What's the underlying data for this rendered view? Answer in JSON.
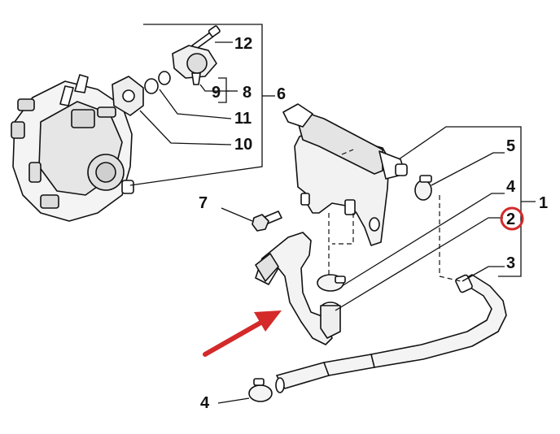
{
  "callouts": {
    "c12": "12",
    "c9": "9",
    "c8": "8",
    "c6": "6",
    "c11": "11",
    "c10": "10",
    "c5": "5",
    "c4_upper": "4",
    "c1": "1",
    "c2": "2",
    "c3": "3",
    "c7": "7",
    "c4_lower": "4"
  },
  "highlight": {
    "circled_callout": "2",
    "circle_color": "#d42a2a",
    "arrow_color": "#d42a2a"
  }
}
